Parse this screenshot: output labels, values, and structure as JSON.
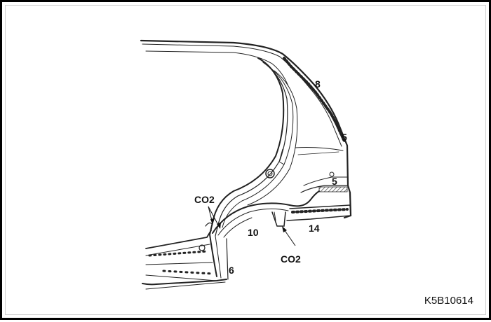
{
  "diagram": {
    "callouts": {
      "c8": "8",
      "c5_upper": "5",
      "c5_lower": "5",
      "co2_left": "CO2",
      "c10": "10",
      "c14": "14",
      "co2_bottom": "CO2",
      "c6": "6"
    },
    "figure_id": "K5B10614",
    "colors": {
      "line": "#222222",
      "hatch": "#555555",
      "frame": "#000000"
    }
  }
}
